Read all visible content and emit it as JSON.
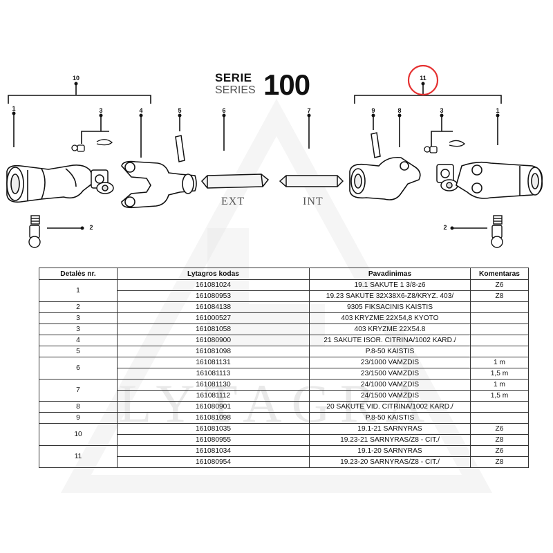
{
  "header": {
    "serie": "SERIE",
    "series": "SERIES",
    "number": "100"
  },
  "diagram": {
    "ext_label": "EXT",
    "int_label": "INT",
    "callouts": {
      "c10": "10",
      "c1_left": "1",
      "c3_left": "3",
      "c4": "4",
      "c5": "5",
      "c6": "6",
      "c7": "7",
      "c11": "11",
      "c9": "9",
      "c8": "8",
      "c3_right": "3",
      "c1_right": "1",
      "c2_left": "2",
      "c2_right": "2"
    },
    "highlight_color": "#e53030"
  },
  "watermark": {
    "text": "LYTAGRA"
  },
  "table": {
    "headers": [
      "Detalės nr.",
      "Lytagros kodas",
      "Pavadinimas",
      "Komentaras"
    ],
    "groups": [
      {
        "nr": "1",
        "rows": [
          {
            "code": "161081024",
            "name": "19.1 SAKUTE 1 3/8-z6",
            "comment": "Z6"
          },
          {
            "code": "161080953",
            "name": "19.23 SAKUTE 32X38X6-Z8/KRYZ. 403/",
            "comment": "Z8"
          }
        ]
      },
      {
        "nr": "2",
        "rows": [
          {
            "code": "161084138",
            "name": "9305 FIKSACINIS KAISTIS",
            "comment": ""
          }
        ]
      },
      {
        "nr": "3",
        "rows": [
          {
            "code": "161000527",
            "name": "403 KRYZME 22X54,8 KYOTO",
            "comment": ""
          }
        ]
      },
      {
        "nr": "3",
        "rows": [
          {
            "code": "161081058",
            "name": "403 KRYZME 22X54.8",
            "comment": ""
          }
        ]
      },
      {
        "nr": "4",
        "rows": [
          {
            "code": "161080900",
            "name": "21 SAKUTE ISOR. CITRINA/1002 KARD./",
            "comment": ""
          }
        ]
      },
      {
        "nr": "5",
        "rows": [
          {
            "code": "161081098",
            "name": "P.8-50 KAISTIS",
            "comment": ""
          }
        ]
      },
      {
        "nr": "6",
        "rows": [
          {
            "code": "161081131",
            "name": "23/1000 VAMZDIS",
            "comment": "1 m"
          },
          {
            "code": "161081113",
            "name": "23/1500 VAMZDIS",
            "comment": "1,5 m"
          }
        ]
      },
      {
        "nr": "7",
        "rows": [
          {
            "code": "161081130",
            "name": "24/1000 VAMZDIS",
            "comment": "1 m"
          },
          {
            "code": "161081112",
            "name": "24/1500 VAMZDIS",
            "comment": "1,5 m"
          }
        ]
      },
      {
        "nr": "8",
        "rows": [
          {
            "code": "161080901",
            "name": "20 SAKUTE VID. CITRINA/1002 KARD./",
            "comment": ""
          }
        ]
      },
      {
        "nr": "9",
        "rows": [
          {
            "code": "161081098",
            "name": "P.8-50 KAISTIS",
            "comment": ""
          }
        ]
      },
      {
        "nr": "10",
        "rows": [
          {
            "code": "161081035",
            "name": "19.1-21 SARNYRAS",
            "comment": "Z6"
          },
          {
            "code": "161080955",
            "name": "19.23-21 SARNYRAS/Z8 - CIT./",
            "comment": "Z8"
          }
        ]
      },
      {
        "nr": "11",
        "rows": [
          {
            "code": "161081034",
            "name": "19.1-20 SARNYRAS",
            "comment": "Z6"
          },
          {
            "code": "161080954",
            "name": "19.23-20 SARNYRAS/Z8 - CIT./",
            "comment": "Z8"
          }
        ]
      }
    ]
  }
}
